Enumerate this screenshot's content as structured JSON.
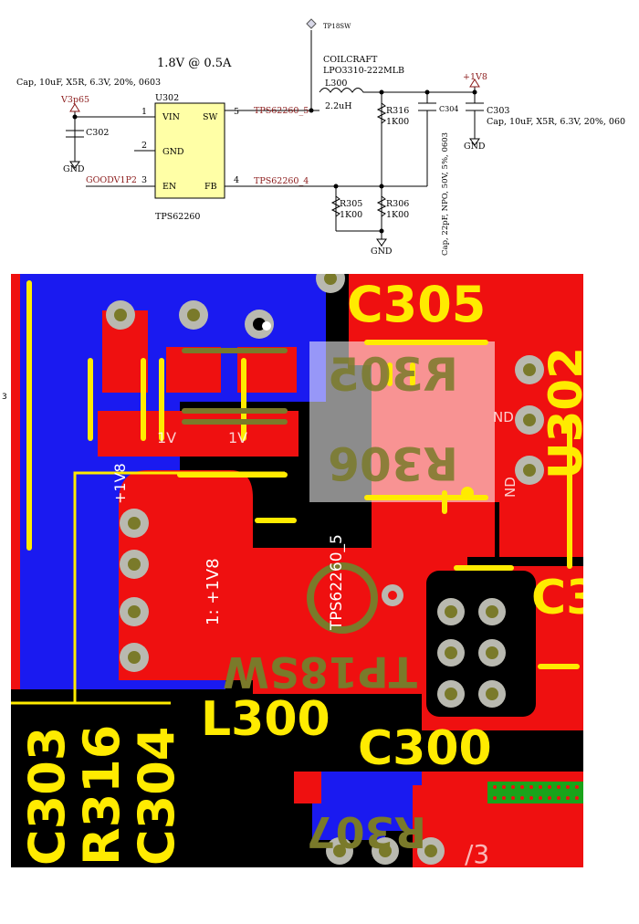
{
  "schematic": {
    "title": "1.8V @ 0.5A",
    "ic": {
      "ref": "U302",
      "part": "TPS62260",
      "pins": {
        "vin": "VIN",
        "sw": "SW",
        "gnd": "GND",
        "en": "EN",
        "fb": "FB"
      },
      "pin_numbers": {
        "vin": "1",
        "gnd": "2",
        "en": "3",
        "sw": "5",
        "fb": "4"
      }
    },
    "testpoint": "TP18SW",
    "inductor": {
      "vendor": "COILCRAFT",
      "part": "LPO3310-222MLB",
      "ref": "L300",
      "value": "2.2uH"
    },
    "power_in": "V3p65",
    "power_out": "+1V8",
    "gnd": "GND",
    "net_sw": "TPS62260_5",
    "net_fb": "TPS62260_4",
    "net_en": "GOODV1P2",
    "c302": {
      "ref": "C302",
      "desc": "Cap, 10uF, X5R, 6.3V, 20%, 0603"
    },
    "c303": {
      "ref": "C303",
      "desc": "Cap, 10uF, X5R, 6.3V, 20%, 060"
    },
    "c304": {
      "ref": "C304",
      "desc": "Cap, 22pF, NPO, 50V, 5%, 0603"
    },
    "r316": {
      "ref": "R316",
      "value": "1K00"
    },
    "r305": {
      "ref": "R305",
      "value": "1K00"
    },
    "r306": {
      "ref": "R306",
      "value": "1K00"
    }
  },
  "pcb": {
    "left_edge_label": "3",
    "silkscreen": {
      "c305": "C305",
      "u302": "U302",
      "l300": "L300",
      "c300": "C300",
      "c303": "C303",
      "r316": "R316",
      "c304": "C304",
      "c3_partial": "C3",
      "r305_mirrored": "R305",
      "r306_mirrored": "R306",
      "tp18sw_mirrored": "TP18SW",
      "bottom_mirrored": "R307",
      "net_sw": "TPS62260_5",
      "pad_plus1v8": "1: +1V8",
      "pad_plus1v8_small": "+1V8",
      "sym_1v_a": "1V",
      "sym_1v_b": "1V",
      "gnd_a": "ND",
      "gnd_b": "ND",
      "slash_3": "/3"
    },
    "colors": {
      "top_copper": "#ef1010",
      "bottom_copper": "#1a1af0",
      "silkscreen": "#ffeb00",
      "background": "#000000",
      "via": "#b9b9b0"
    }
  }
}
